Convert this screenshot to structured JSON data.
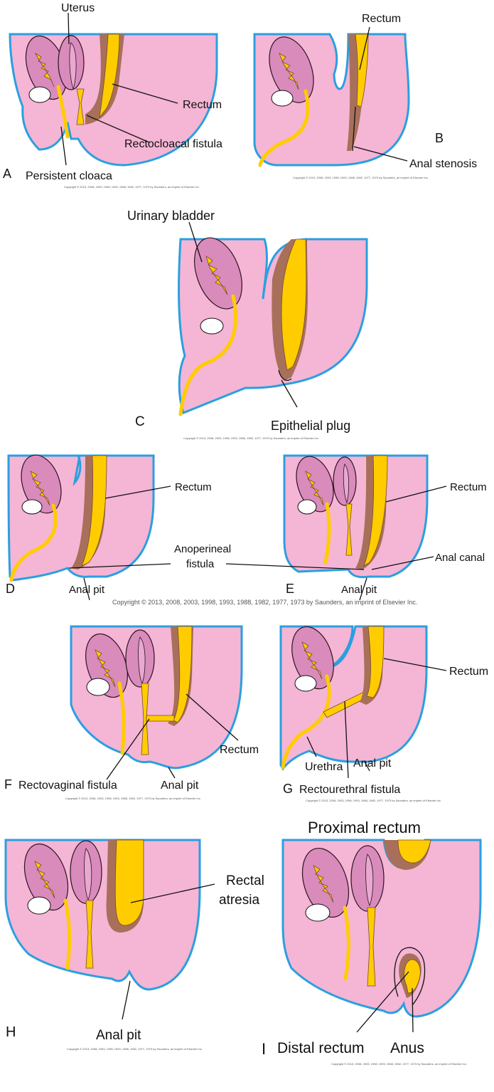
{
  "panels": {
    "a": "A",
    "b": "B",
    "c": "C",
    "d": "D",
    "e": "E",
    "f": "F",
    "g": "G",
    "h": "H",
    "i": "I"
  },
  "labels": {
    "a_uterus": "Uterus",
    "a_rectum": "Rectum",
    "a_fistula": "Rectocloacal fistula",
    "a_cloaca": "Persistent cloaca",
    "b_rectum": "Rectum",
    "b_stenosis": "Anal stenosis",
    "c_bladder": "Urinary bladder",
    "c_plug": "Epithelial plug",
    "d_rectum": "Rectum",
    "de_anoperineal_1": "Anoperineal",
    "de_anoperineal_2": "fistula",
    "d_pit": "Anal pit",
    "e_rectum": "Rectum",
    "e_canal": "Anal canal",
    "e_pit": "Anal pit",
    "f_rectum": "Rectum",
    "f_fistula": "Rectovaginal fistula",
    "f_pit": "Anal pit",
    "g_rectum": "Rectum",
    "g_urethra": "Urethra",
    "g_pit": "Anal pit",
    "g_fistula": "Rectourethral fistula",
    "h_atresia_1": "Rectal",
    "h_atresia_2": "atresia",
    "h_pit": "Anal pit",
    "i_proximal": "Proximal rectum",
    "i_distal": "Distal rectum",
    "i_anus": "Anus"
  },
  "copyright_full": "Copyright © 2013, 2008, 2003, 1998, 1993, 1988, 1982, 1977, 1973 by Saunders, an imprint of Elsevier Inc.",
  "copyright_short": "Copyright © 2013, 2008, 2003, 1998, 1993, 1988, 1982, 1977, 1973 by Saunders, an imprint of Elsevier Inc.",
  "colors": {
    "body_fill": "#f5b5d4",
    "body_outline": "#2a9fe0",
    "organ_fill": "#d98bbb",
    "lumen_yellow": "#ffcc00",
    "wall_brown": "#a8705a"
  }
}
